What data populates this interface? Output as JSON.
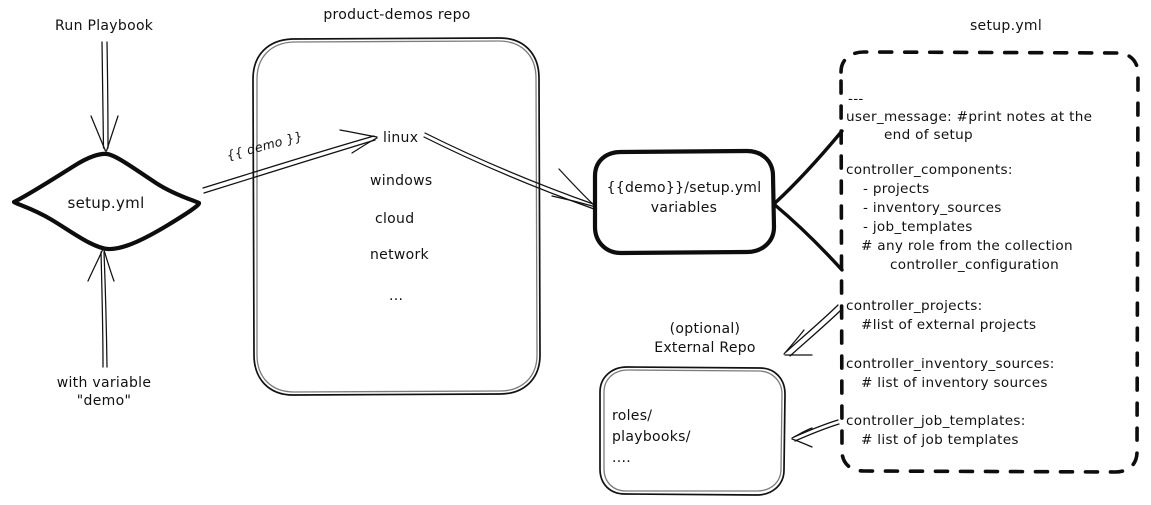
{
  "diagram": {
    "title_labels": {
      "repo_title": "product-demos repo",
      "setup_yml_file_title": "setup.yml",
      "external_repo_title_line1": "(optional)",
      "external_repo_title_line2": "External Repo"
    },
    "entry_node": {
      "label": "setup.yml",
      "incoming_top_label": "Run Playbook",
      "incoming_bottom_label_line1": "with variable",
      "incoming_bottom_label_line2": "\"demo\""
    },
    "repo_box": {
      "items": [
        "linux",
        "windows",
        "cloud",
        "network",
        "..."
      ]
    },
    "edges": {
      "demo_variable_label": "{{ demo }}"
    },
    "vars_node": {
      "line1": "{{demo}}/setup.yml",
      "line2": "variables"
    },
    "setup_yml_contents": [
      {
        "text": "---",
        "indent": 0
      },
      {
        "text": "user_message: #print notes at the",
        "indent": 0
      },
      {
        "text": "end of setup",
        "indent": 2
      },
      {
        "text": "",
        "indent": 0
      },
      {
        "text": "controller_components:",
        "indent": 0
      },
      {
        "text": "- projects",
        "indent": 1
      },
      {
        "text": "- inventory_sources",
        "indent": 1
      },
      {
        "text": "- job_templates",
        "indent": 1
      },
      {
        "text": "# any role from the collection",
        "indent": 1
      },
      {
        "text": "controller_configuration",
        "indent": 3
      },
      {
        "text": "",
        "indent": 0
      },
      {
        "text": "controller_projects:",
        "indent": 0
      },
      {
        "text": "#list of external projects",
        "indent": 1
      },
      {
        "text": "",
        "indent": 0
      },
      {
        "text": "controller_inventory_sources:",
        "indent": 0
      },
      {
        "text": "# list of inventory sources",
        "indent": 1
      },
      {
        "text": "",
        "indent": 0
      },
      {
        "text": "controller_job_templates:",
        "indent": 0
      },
      {
        "text": "# list of job templates",
        "indent": 1
      }
    ],
    "external_repo_box": {
      "items": [
        "roles/",
        "playbooks/",
        "...."
      ]
    },
    "colors": {
      "ink": "#111111",
      "background": "#ffffff"
    }
  }
}
